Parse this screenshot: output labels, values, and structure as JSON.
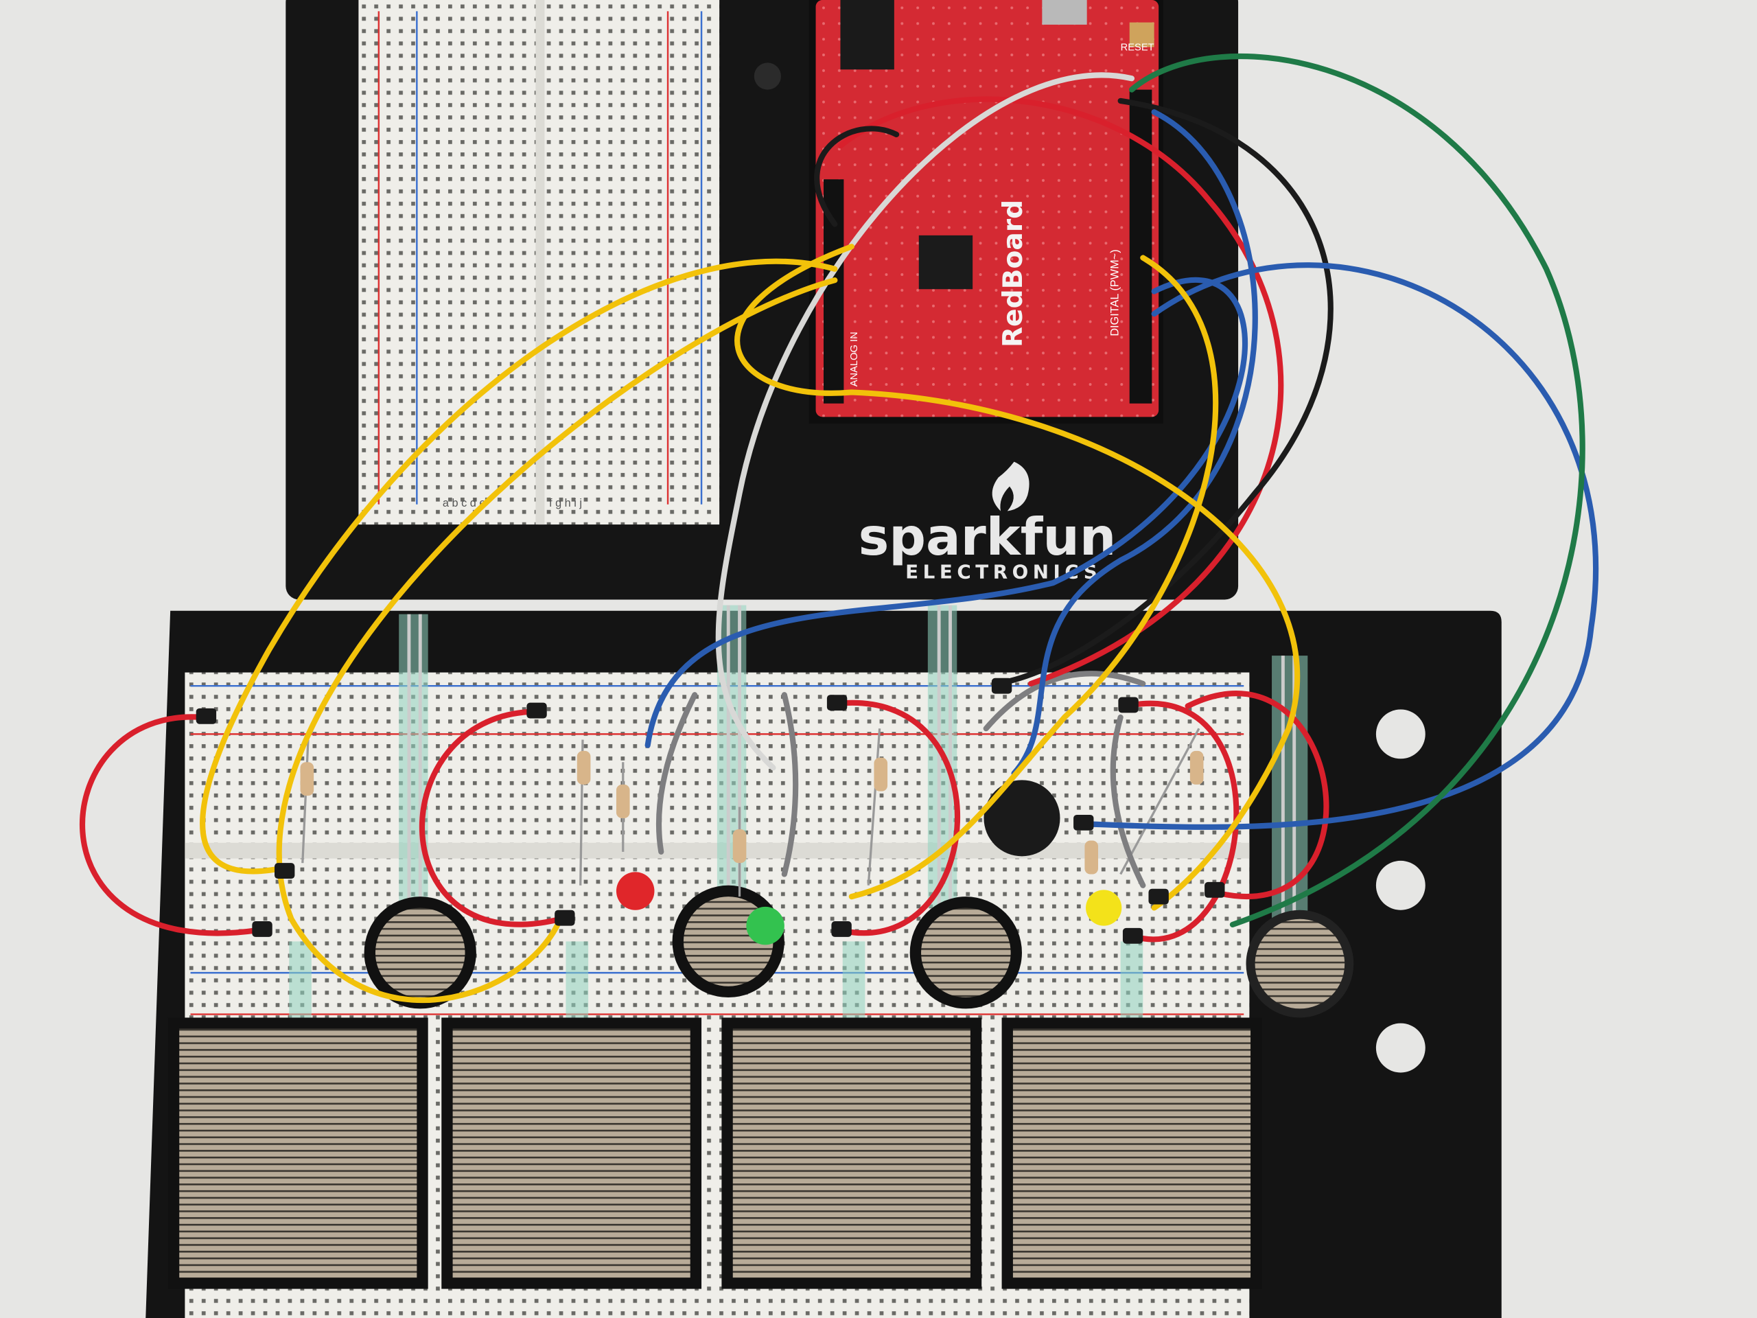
{
  "logo": {
    "wordmark": "sparkfun",
    "subtitle": "ELECTRONICS"
  },
  "board": {
    "name": "RedBoard",
    "reset_label": "RESET",
    "digital_label": "DIGITAL (PWM~)",
    "analog_label": "ANALOG IN"
  },
  "breadboard": {
    "column_letters_left": "a b c d e",
    "column_letters_right": "f g h i j"
  },
  "colors": {
    "red_wire": "#d9202c",
    "yellow_wire": "#f2c20a",
    "blue_wire": "#2a5cb0",
    "green_wire": "#1f7a47",
    "black_wire": "#1b1b1b",
    "white_wire": "#d8d8d6",
    "gray_wire": "#7e7e80",
    "redboard": "#d42a33"
  }
}
